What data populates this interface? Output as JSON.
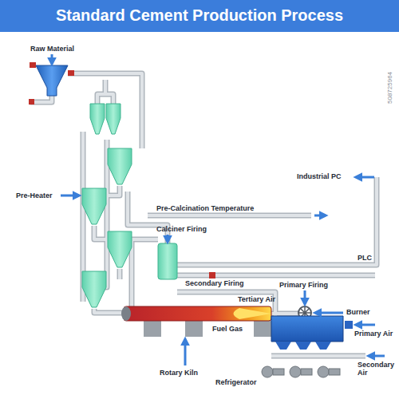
{
  "diagram": {
    "title": "Standard Cement Production Process",
    "labels": [
      "Raw Material",
      "Industrial PC",
      "Pre-Heater",
      "Pre-Calcination Temperature",
      "Calciner Firing",
      "PLC",
      "Secondary Firing",
      "Primary Firing",
      "Tertiary Air",
      "Burner",
      "Fuel Gas",
      "Primary Air",
      "Rotary Kiln",
      "Secondary Air",
      "Refrigerator",
      "508725964"
    ]
  }
}
